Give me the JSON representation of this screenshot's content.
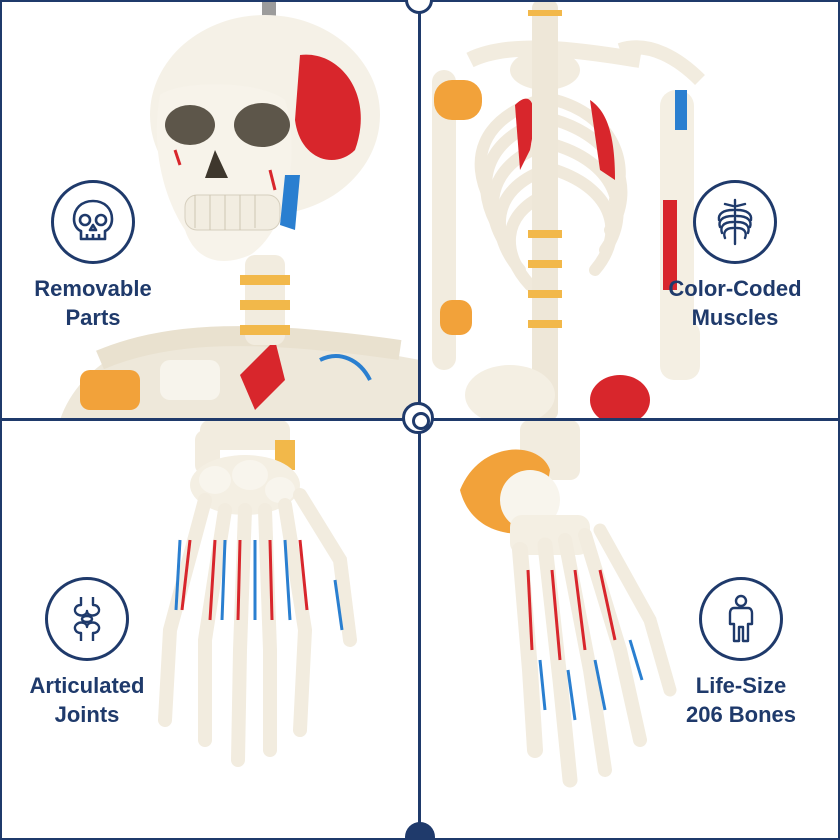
{
  "features": {
    "removable": {
      "line1": "Removable",
      "line2": "Parts",
      "icon": "skull-icon"
    },
    "color_coded": {
      "line1": "Color-Coded",
      "line2": "Muscles",
      "icon": "ribcage-icon"
    },
    "articulated": {
      "line1": "Articulated",
      "line2": "Joints",
      "icon": "joint-icon"
    },
    "life_size": {
      "line1": "Life-Size",
      "line2": "206 Bones",
      "icon": "human-figure-icon"
    }
  },
  "colors": {
    "brand_navy": "#1f3a6b",
    "bone": "#f3efe4",
    "muscle_red": "#d8262c",
    "muscle_blue": "#2a7fd0",
    "ligament_orange": "#f2a23a"
  }
}
